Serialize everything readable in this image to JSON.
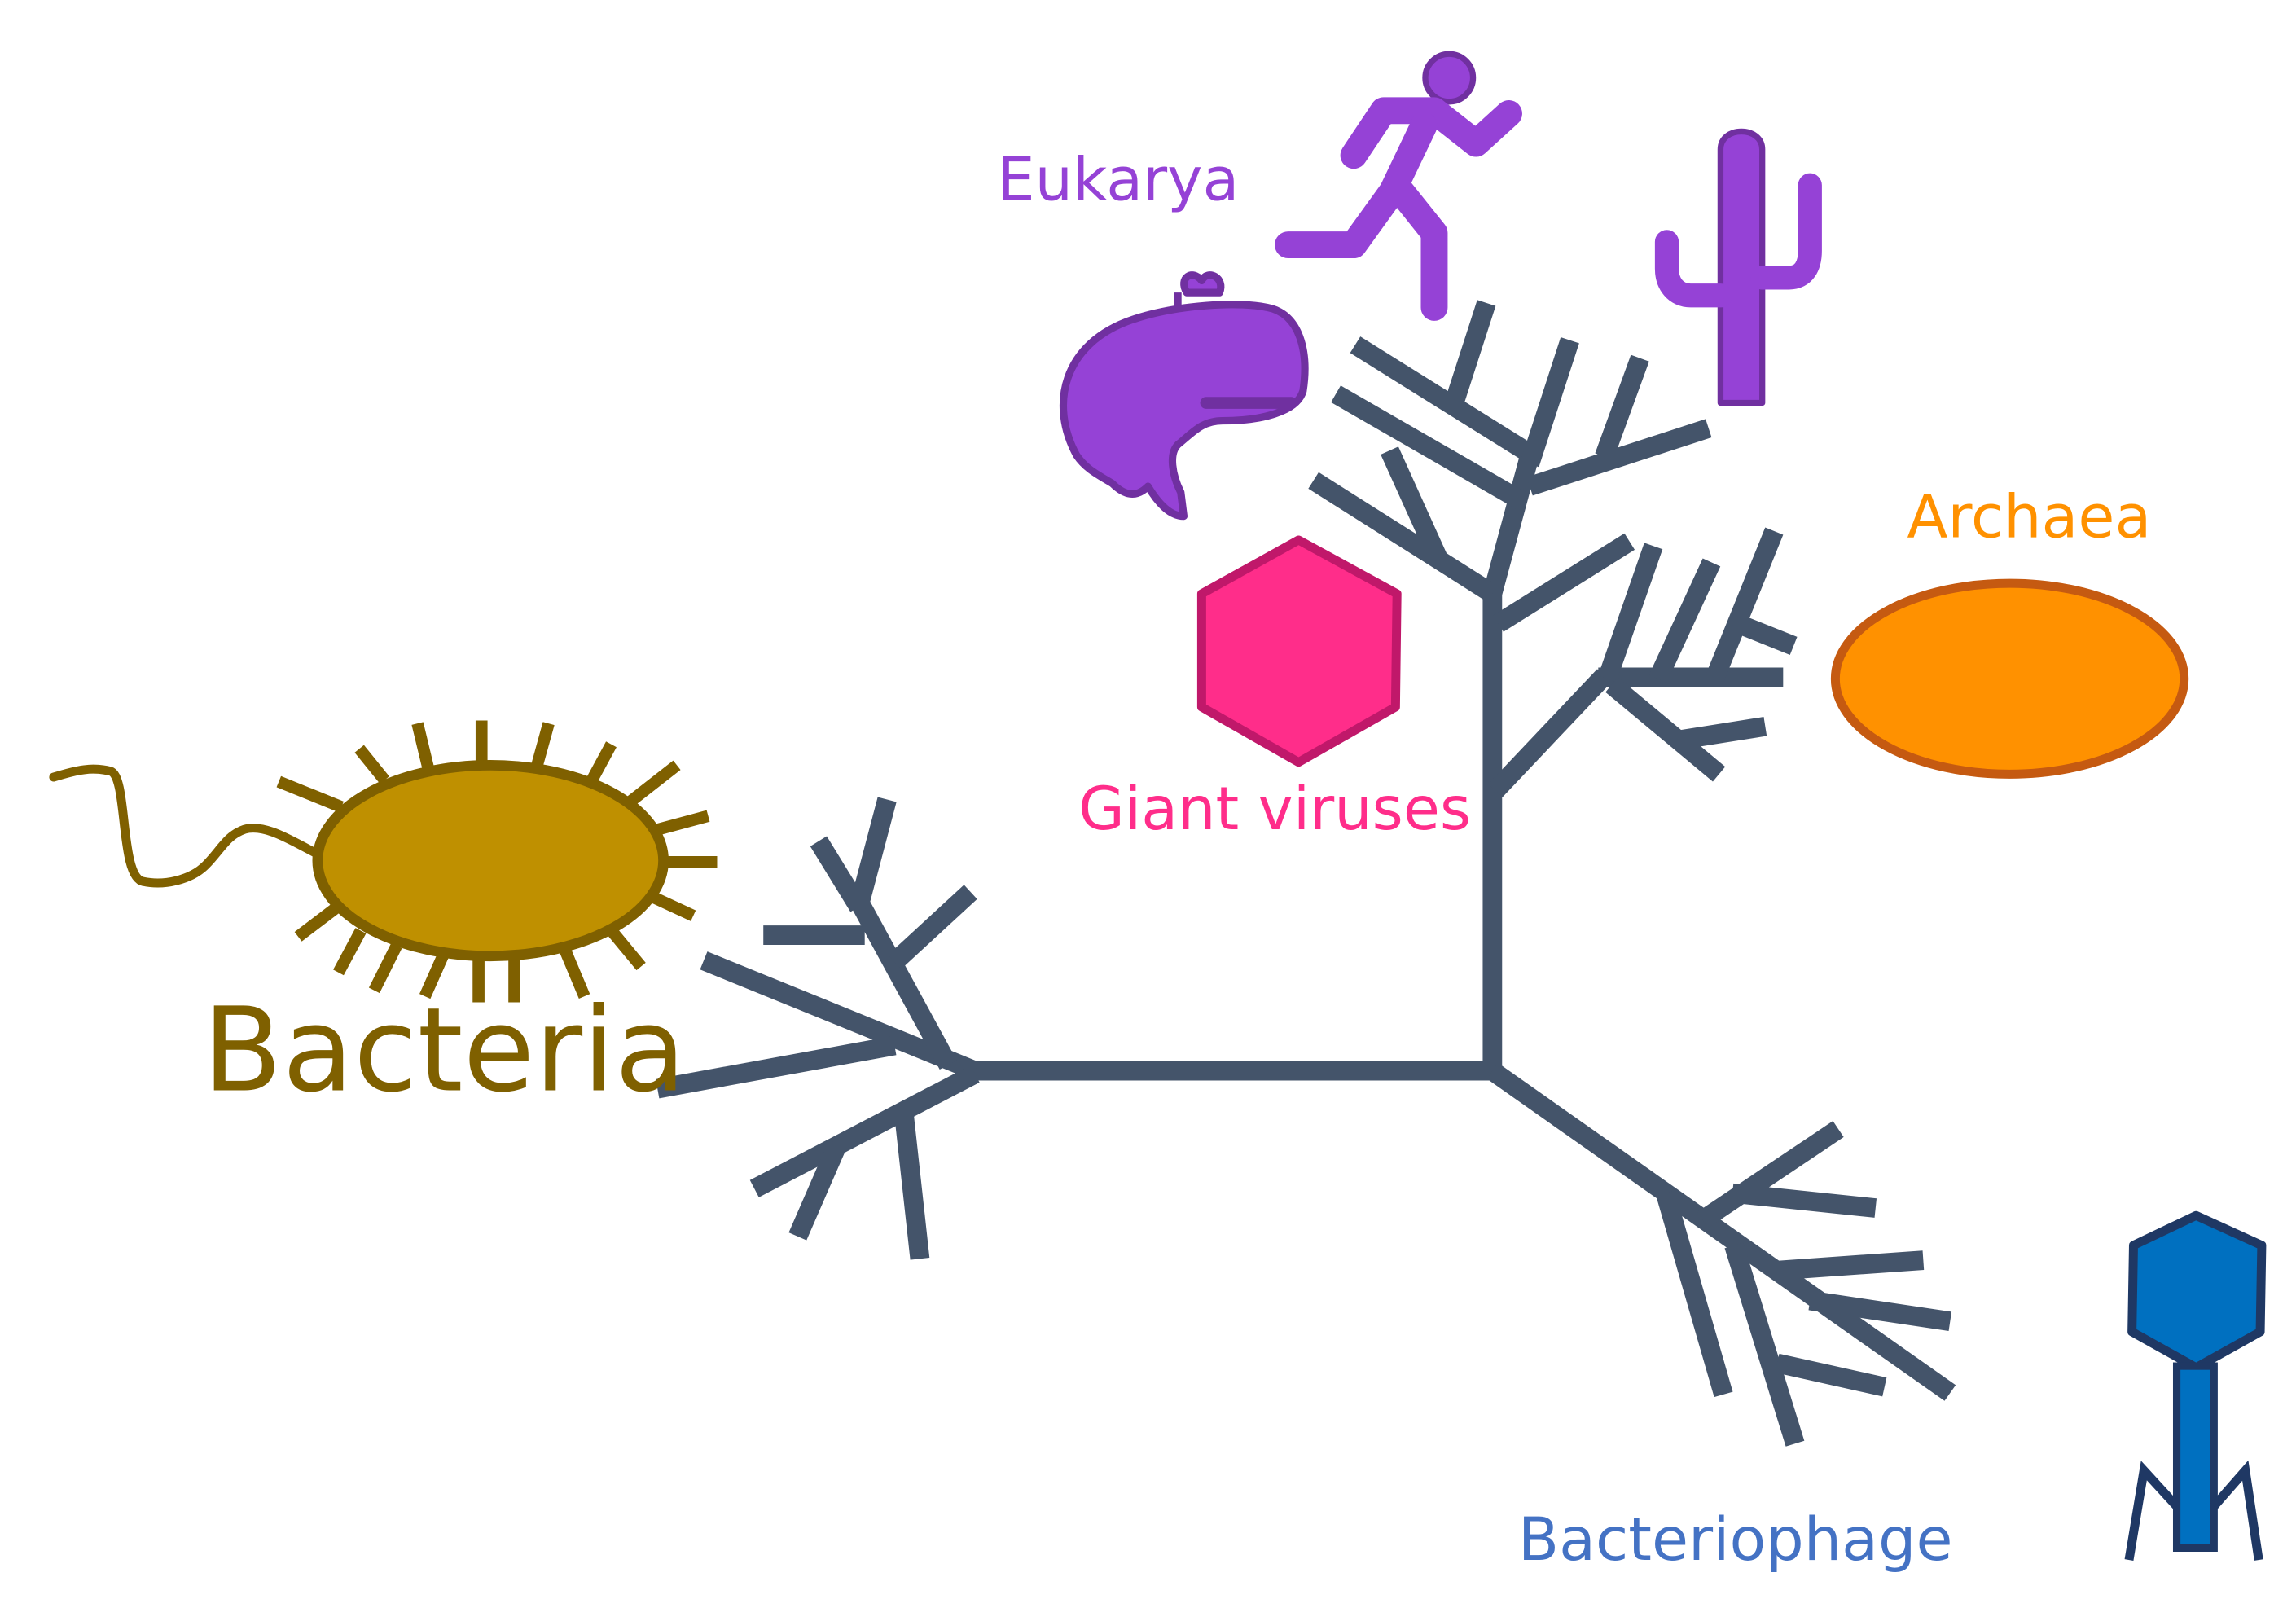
{
  "labels": {
    "bacteria": "Bacteria",
    "eukarya": "Eukarya",
    "giant_viruses": "Giant viruses",
    "archaea": "Archaea",
    "bacteriophage": "Bacteriophage"
  },
  "colors": {
    "tree": "#44546a",
    "bacteria_fill": "#bf9000",
    "bacteria_stroke": "#7f6000",
    "eukarya": "#9542d6",
    "eukarya_stroke": "#7030a0",
    "giant_virus_fill": "#ff2d8a",
    "giant_virus_stroke": "#c0186a",
    "archaea_fill": "#ff9100",
    "archaea_stroke": "#c55a11",
    "phage_fill": "#0070c0",
    "phage_stroke": "#1f3864",
    "phage_label": "#4472c4"
  },
  "icons": {
    "bacterium": "bacterium-icon",
    "whale": "whale-icon",
    "runner": "running-person-icon",
    "cactus": "cactus-icon",
    "giant_virus": "hexagon-virus-icon",
    "archaeon": "ellipse-archaeon-icon",
    "phage": "bacteriophage-icon"
  }
}
